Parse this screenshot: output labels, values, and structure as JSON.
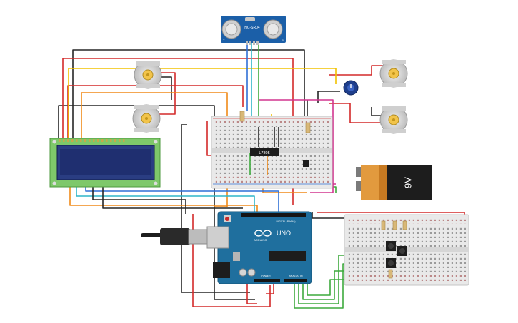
{
  "sensor": {
    "model": "HC-SR04",
    "tag_t": "T",
    "tag_r": "R"
  },
  "regulator": {
    "label": "L7805"
  },
  "battery": {
    "label": "9V"
  },
  "arduino": {
    "model": "UNO",
    "brand": "ARDUINO",
    "digital_label": "DIGITAL (PWM~)",
    "power_label": "POWER",
    "analog_label": "ANALOG IN"
  },
  "colors": {
    "wire_red": "#d42a2a",
    "wire_black": "#262626",
    "wire_green": "#3daa3d",
    "wire_yellow": "#f2c200",
    "wire_orange": "#f08a18",
    "wire_blue": "#2f6fd6",
    "wire_cyan": "#2fb5c8",
    "wire_magenta": "#d2358f",
    "lcd_screen": "#1f2f70",
    "lcd_board": "#7ec86a",
    "arduino_board": "#1f6f9e",
    "sensor_board": "#1b5fa8",
    "breadboard": "#e9e9e9"
  }
}
